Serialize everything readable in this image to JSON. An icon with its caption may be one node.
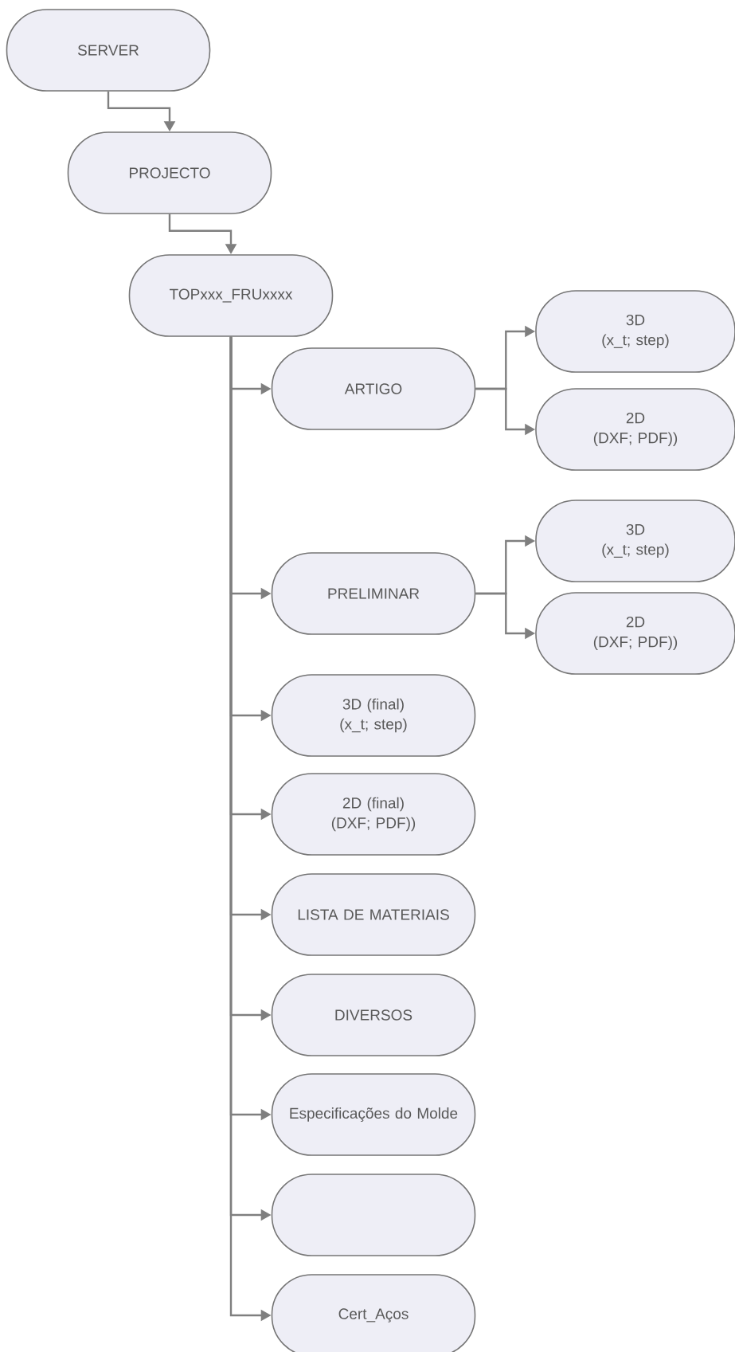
{
  "diagram": {
    "nodes": [
      {
        "text": [
          "SERVER"
        ]
      },
      {
        "text": [
          "PROJECTO"
        ]
      },
      {
        "text": [
          "TOPxxx_FRUxxxx"
        ]
      },
      {
        "text": [
          "ARTIGO"
        ]
      },
      {
        "text": [
          "3D",
          "(x_t; step)"
        ]
      },
      {
        "text": [
          "2D",
          "(DXF; PDF))"
        ]
      },
      {
        "text": [
          "PRELIMINAR"
        ]
      },
      {
        "text": [
          "3D",
          "(x_t; step)"
        ]
      },
      {
        "text": [
          "2D",
          "(DXF; PDF))"
        ]
      },
      {
        "text": [
          "3D (final)",
          "(x_t; step)"
        ]
      },
      {
        "text": [
          "2D (final)",
          "(DXF; PDF))"
        ]
      },
      {
        "text": [
          "LISTA DE MATERIAIS"
        ]
      },
      {
        "text": [
          "DIVERSOS"
        ]
      },
      {
        "text": [
          "Especificações do Molde"
        ]
      },
      {
        "text": [],
        "shape": "box"
      },
      {
        "text": [
          "Cert_Aços"
        ]
      }
    ],
    "edges": [
      {
        "from": 0,
        "to": 1,
        "arrow": "to"
      },
      {
        "from": 1,
        "to": 2,
        "arrow": "to"
      },
      {
        "from": 2,
        "to": 3,
        "arrow": "to"
      },
      {
        "from": 3,
        "to": 4,
        "arrow": "to"
      },
      {
        "from": 3,
        "to": 5,
        "arrow": "to"
      },
      {
        "from": 2,
        "to": 6,
        "arrow": "to"
      },
      {
        "from": 6,
        "to": 7,
        "arrow": "to"
      },
      {
        "from": 6,
        "to": 8,
        "arrow": "to"
      },
      {
        "from": 2,
        "to": 9,
        "arrow": "to"
      },
      {
        "from": 2,
        "to": 10,
        "arrow": "to"
      },
      {
        "from": 2,
        "to": 11,
        "arrow": "to"
      },
      {
        "from": 2,
        "to": 12,
        "arrow": "to"
      },
      {
        "from": 2,
        "to": 13,
        "arrow": "to"
      },
      {
        "from": 2,
        "to": 14,
        "arrow": "to"
      },
      {
        "from": 2,
        "to": 15,
        "arrow": "to"
      }
    ]
  }
}
